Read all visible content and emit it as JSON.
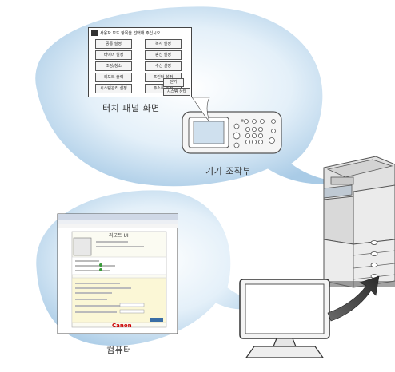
{
  "labels": {
    "touch_panel": "터치 패널 화면",
    "control_panel": "기기 조작부",
    "computer": "컴퓨터"
  },
  "touch_panel_screen": {
    "title": "사용자 모드 항목을 선택해 주십시오.",
    "left_buttons": [
      "공통 설정",
      "타이머 설정",
      "조정/청소",
      "리포트 출력",
      "시스템관리 설정"
    ],
    "right_buttons": [
      "복사 설정",
      "송신 설정",
      "수신 설정",
      "프린터 설정",
      "주소록 설정"
    ],
    "close_button": "닫기",
    "status_button": "시스템 상태"
  },
  "browser_page": {
    "title": "리모트 UI",
    "brand": "Canon"
  },
  "colors": {
    "bubble_fill": "#cfe3f2",
    "bubble_edge": "#ffffff",
    "device_body": "#e6e6e6",
    "arrow": "#3b3b3b"
  },
  "icons": [
    "speech-bubble-icon",
    "printer-icon",
    "monitor-icon",
    "arrow-icon"
  ]
}
